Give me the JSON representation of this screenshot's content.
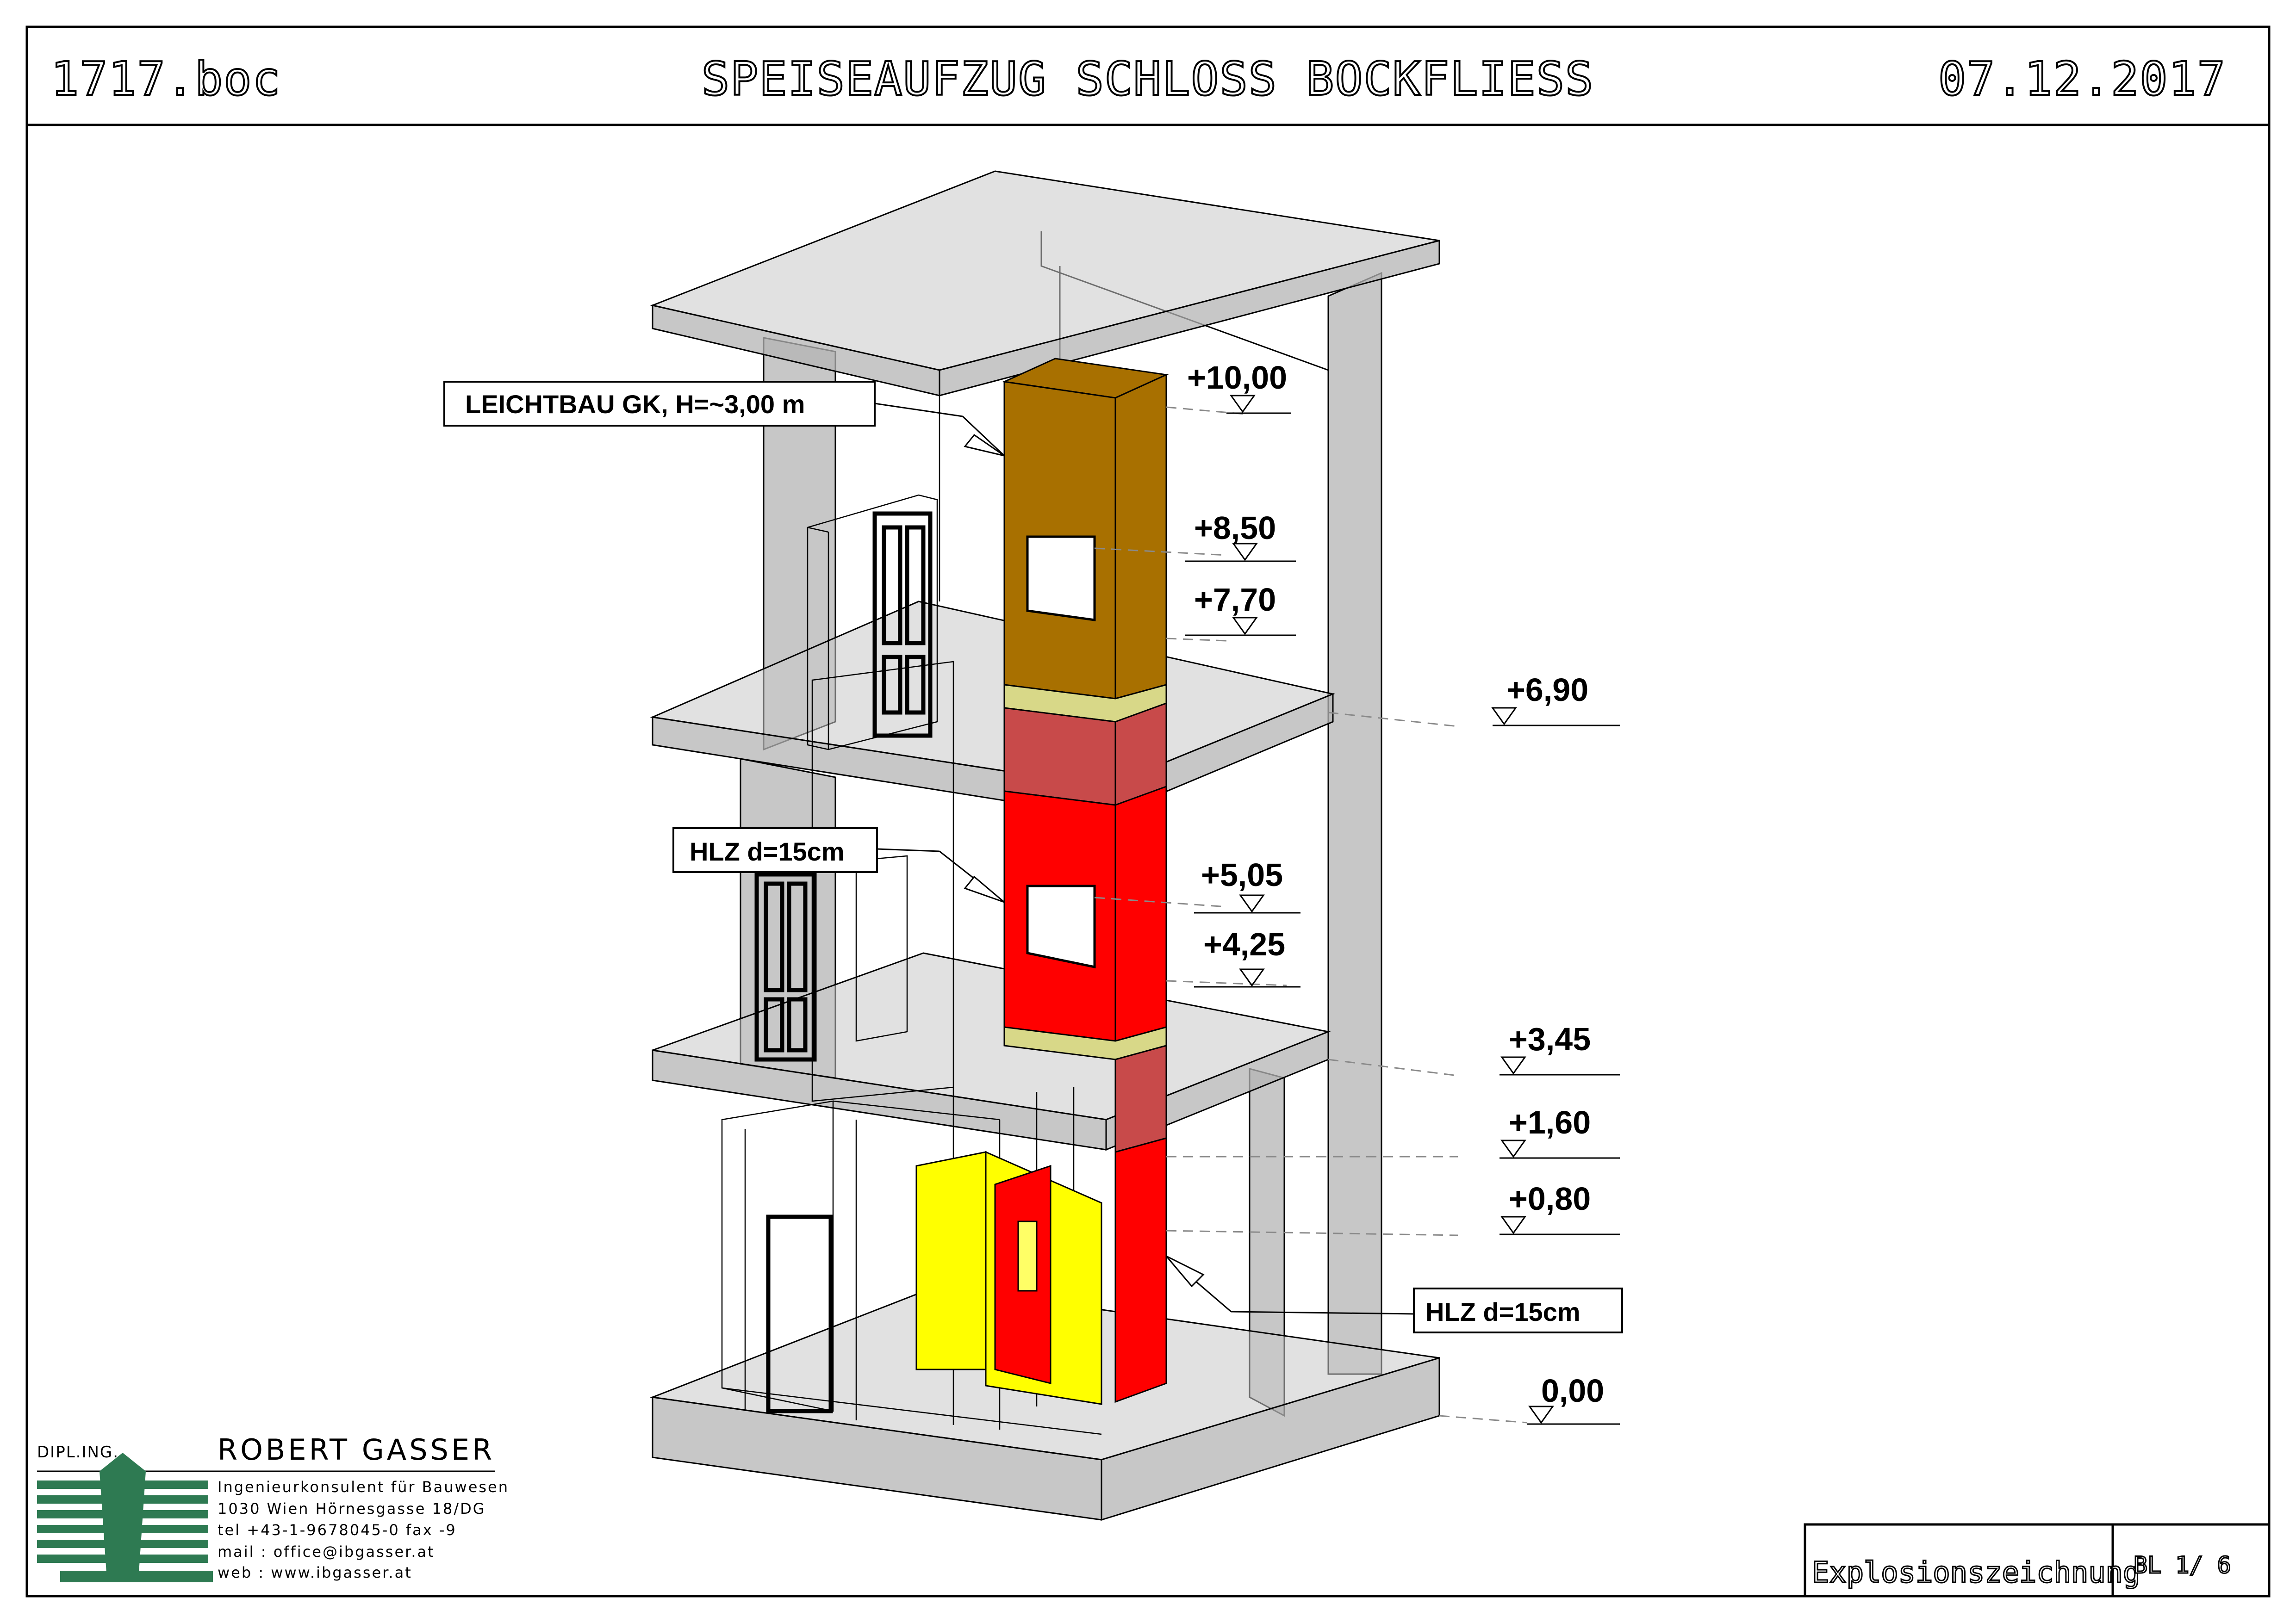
{
  "header": {
    "project_code": "1717.boc",
    "title": "SPEISEAUFZUG SCHLOSS BOCKFLIESS",
    "date": "07.12.2017"
  },
  "levels": [
    "+10,00",
    "+8,50",
    "+7,70",
    "+6,90",
    "+5,05",
    "+4,25",
    "+3,45",
    "+1,60",
    "+0,80",
    "0,00"
  ],
  "labels": {
    "leichtbau": "LEICHTBAU GK, H=~3,00 m",
    "hlz_upper": "HLZ d=15cm",
    "hlz_lower": "HLZ d=15cm"
  },
  "company": {
    "prefix": "DIPL.ING.",
    "name": "ROBERT GASSER",
    "line1": "Ingenieurkonsulent für Bauwesen",
    "line2": "1030 Wien    Hörnesgasse 18/DG",
    "line3": "tel +43-1-9678045-0        fax -9",
    "mail": "mail : office@ibgasser.at",
    "web": "web : www.ibgasser.at"
  },
  "title_block": {
    "drawing_type": "Explosionszeichnung",
    "sheet_no": "BL 1/ 6"
  },
  "colors": {
    "leichtbau": "#a87000",
    "hlz_upper_dark": "#c84a4a",
    "hlz_red": "#ff0000",
    "beam": "#d8d888",
    "yellow": "#ffff00",
    "logo_green": "#2e7a52",
    "slab_gray": "#c8c8c8"
  }
}
